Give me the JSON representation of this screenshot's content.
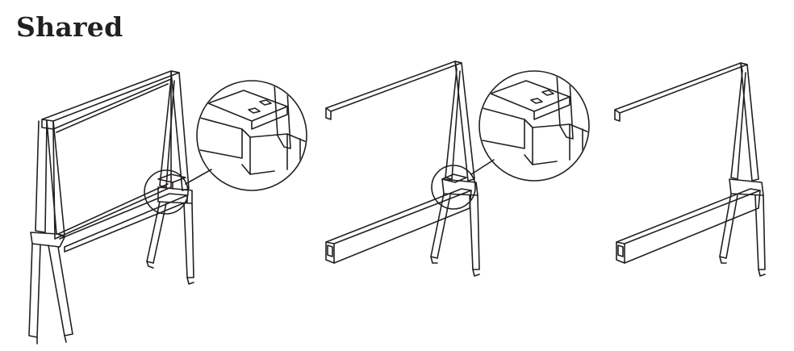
{
  "heading": "Shared",
  "colors": {
    "ink": "#231f20",
    "background": "#ffffff"
  },
  "figures": [
    {
      "name": "easel-assembled",
      "part": "full-frame",
      "callout": "bracket-detail"
    },
    {
      "name": "easel-rails-only",
      "part": "rails-and-legs",
      "callout": "bracket-detail"
    },
    {
      "name": "easel-rails-no-callout",
      "part": "rails-and-legs"
    }
  ]
}
